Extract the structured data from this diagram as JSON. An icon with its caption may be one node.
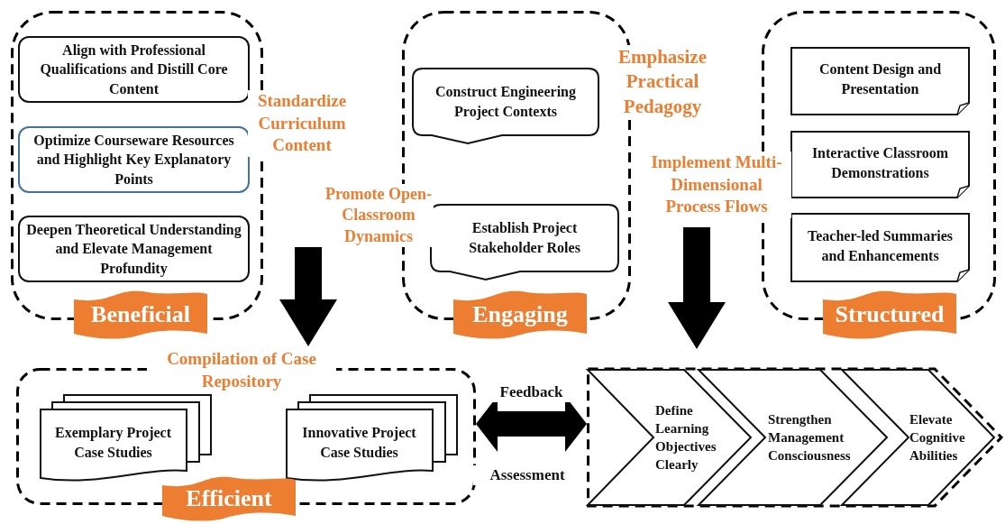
{
  "diagram": {
    "nodes": [
      {
        "text": [
          "Beneficial"
        ]
      },
      {
        "text": [
          "Align with Professional Qualifications and Distill Core Content"
        ],
        "in": 0
      },
      {
        "text": [
          "Optimize Courseware Resources and Highlight Key Explanatory Points"
        ],
        "in": 0
      },
      {
        "text": [
          "Deepen Theoretical Understanding and Elevate Management Profundity"
        ],
        "in": 0
      },
      {
        "text": [
          "Engaging"
        ]
      },
      {
        "text": [
          "Construct Engineering Project Contexts"
        ],
        "in": 4
      },
      {
        "text": [
          "Establish Project Stakeholder Roles"
        ],
        "in": 4
      },
      {
        "text": [
          "Structured"
        ]
      },
      {
        "text": [
          "Content Design and Presentation"
        ],
        "in": 7
      },
      {
        "text": [
          "Interactive Classroom Demonstrations"
        ],
        "in": 7
      },
      {
        "text": [
          "Teacher-led Summaries and Enhancements"
        ],
        "in": 7
      },
      {
        "text": [
          "Efficient"
        ]
      },
      {
        "text": [
          "Exemplary Project Case Studies"
        ],
        "in": 11
      },
      {
        "text": [
          "Innovative Project Case Studies"
        ],
        "in": 11
      },
      {
        "text": [],
        "shape": "box"
      },
      {
        "text": [
          "Define Learning Objectives Clearly"
        ],
        "in": 14
      },
      {
        "text": [
          "Strengthen Management Consciousness"
        ],
        "in": 14
      },
      {
        "text": [
          "Elevate Cognitive Abilities"
        ],
        "in": 14
      }
    ],
    "edges": [
      {
        "from": null,
        "to": 11,
        "arrow": "to"
      },
      {
        "from": null,
        "to": 14,
        "arrow": "to"
      },
      {
        "from": 11,
        "to": 14,
        "arrow": "both",
        "label": "Feedback"
      }
    ],
    "labels": [
      "Emphasize Practical Pedagogy",
      "Standardize Curriculum Content",
      "Implement Multi-Dimensional Process Flows",
      "Promote Open-Classroom Dynamics",
      "Compilation of Case Repository",
      "Assessment"
    ]
  }
}
